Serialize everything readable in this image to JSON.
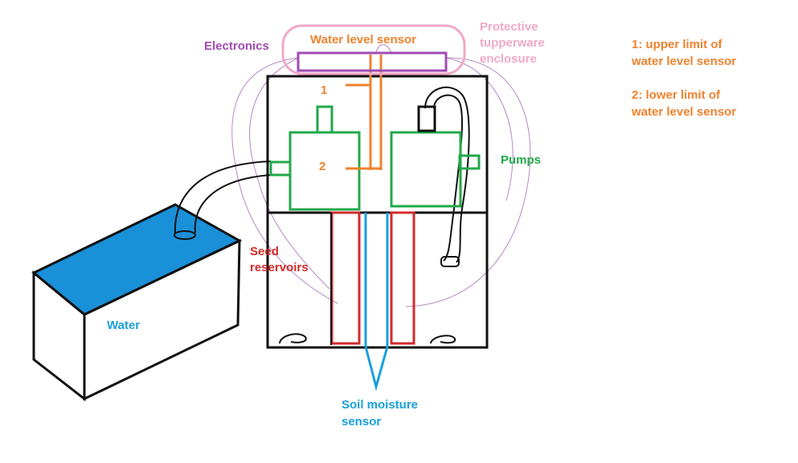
{
  "labels": {
    "electronics": "Electronics",
    "water_level_sensor": "Water level sensor",
    "protective_line1": "Protective",
    "protective_line2": "tupperware",
    "protective_line3": "enclosure",
    "marker_1": "1",
    "marker_2": "2",
    "pumps": "Pumps",
    "seed_line1": "Seed",
    "seed_line2": "reservoirs",
    "water": "Water",
    "soil_line1": "Soil moisture",
    "soil_line2": "sensor"
  },
  "notes": {
    "note1_line1": "1: upper limit of",
    "note1_line2": "water level sensor",
    "note2_line1": "2: lower limit of",
    "note2_line2": "water level sensor"
  },
  "colors": {
    "orange": "#f0822d",
    "purple": "#a24ab4",
    "pink": "#f0a8c8",
    "green": "#22a84a",
    "red": "#d42a2a",
    "blue": "#1aa0dc",
    "water_fill": "#1a90d8",
    "black": "#111111",
    "thin_purple": "#b488c4"
  }
}
